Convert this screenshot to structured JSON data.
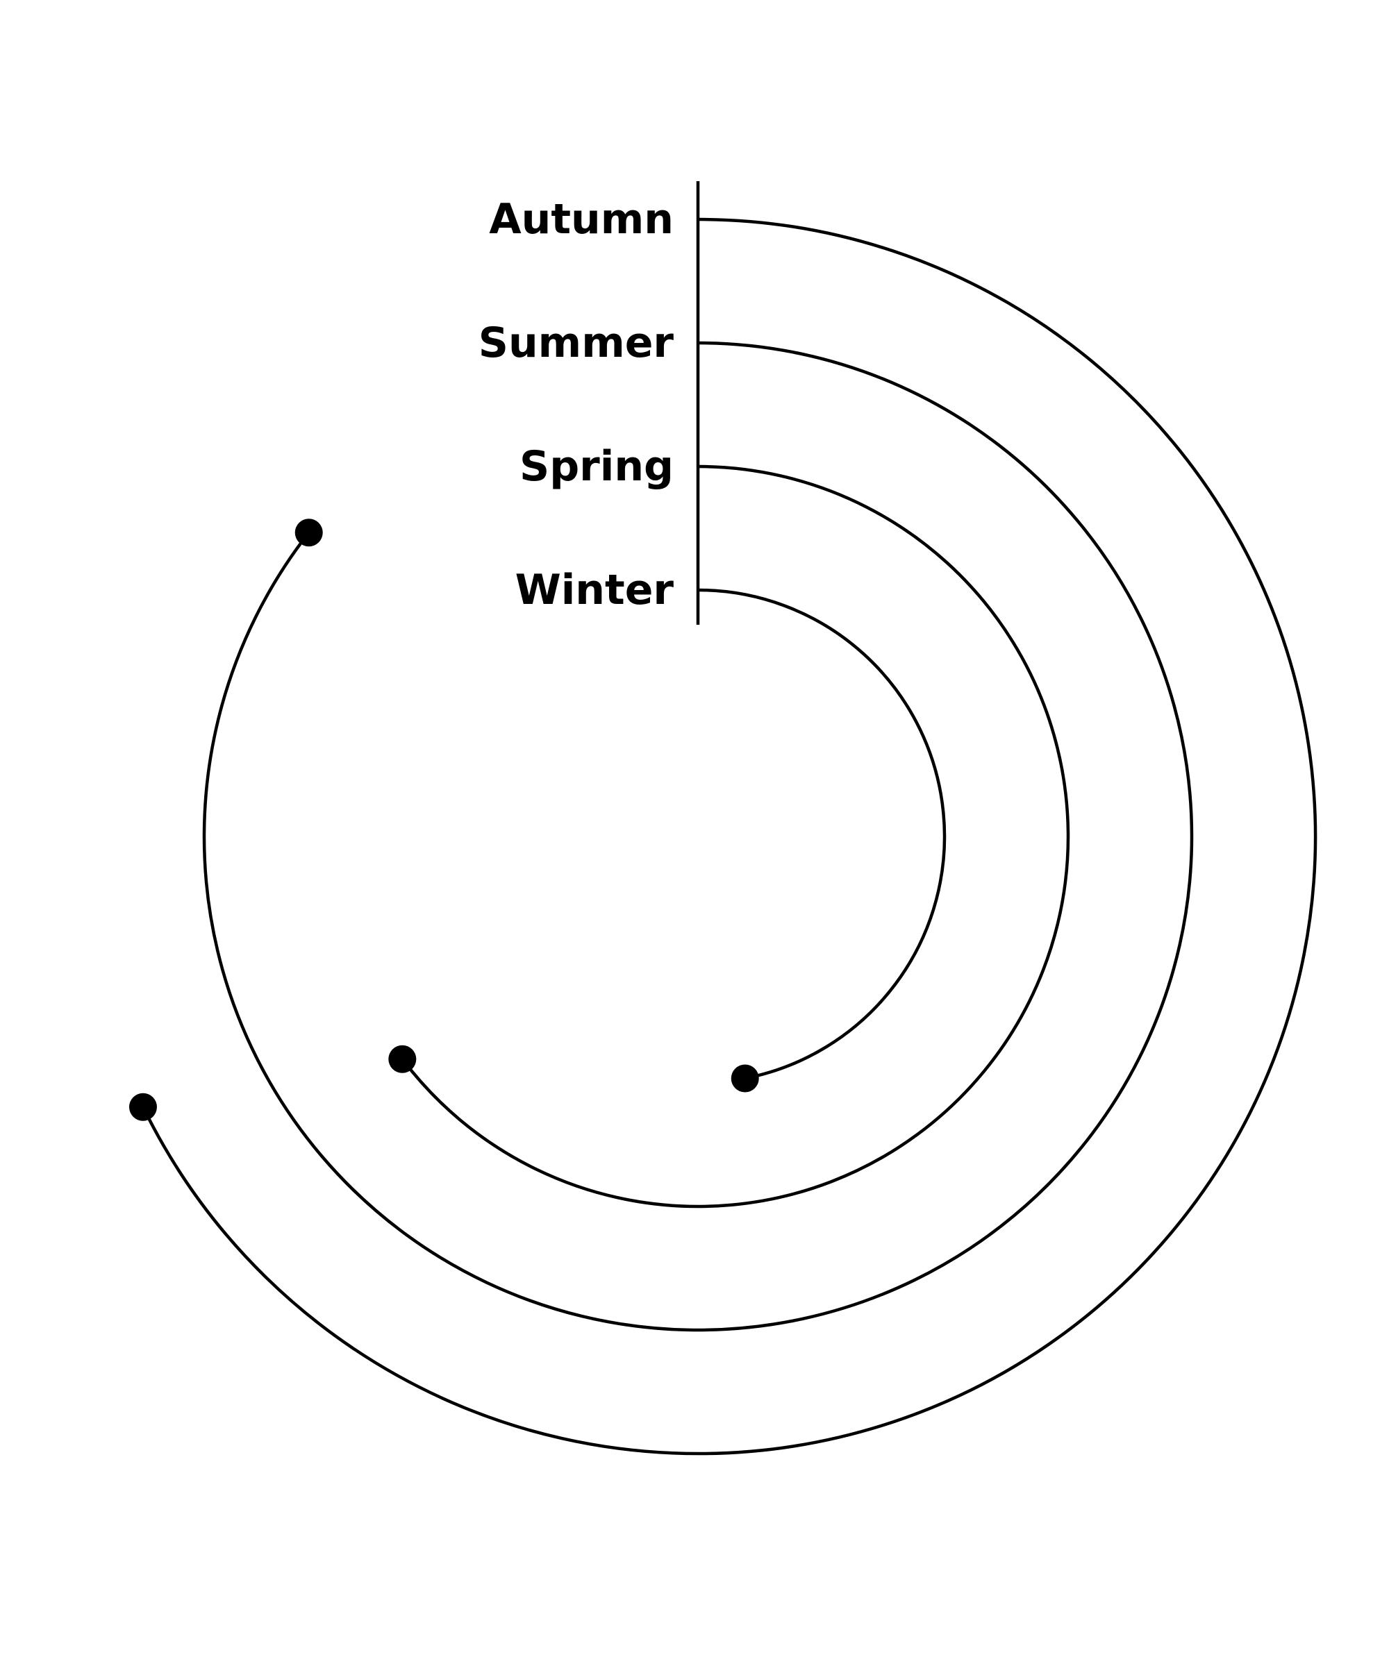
{
  "chart_data": {
    "type": "radial-bar",
    "title": "",
    "categories": [
      "Winter",
      "Spring",
      "Summer",
      "Autumn"
    ],
    "values": [
      169,
      233,
      308,
      244
    ],
    "value_max": 360,
    "unit": "degrees of arc (estimated)",
    "colors": {
      "line": "#000000",
      "background": "#ffffff"
    }
  }
}
